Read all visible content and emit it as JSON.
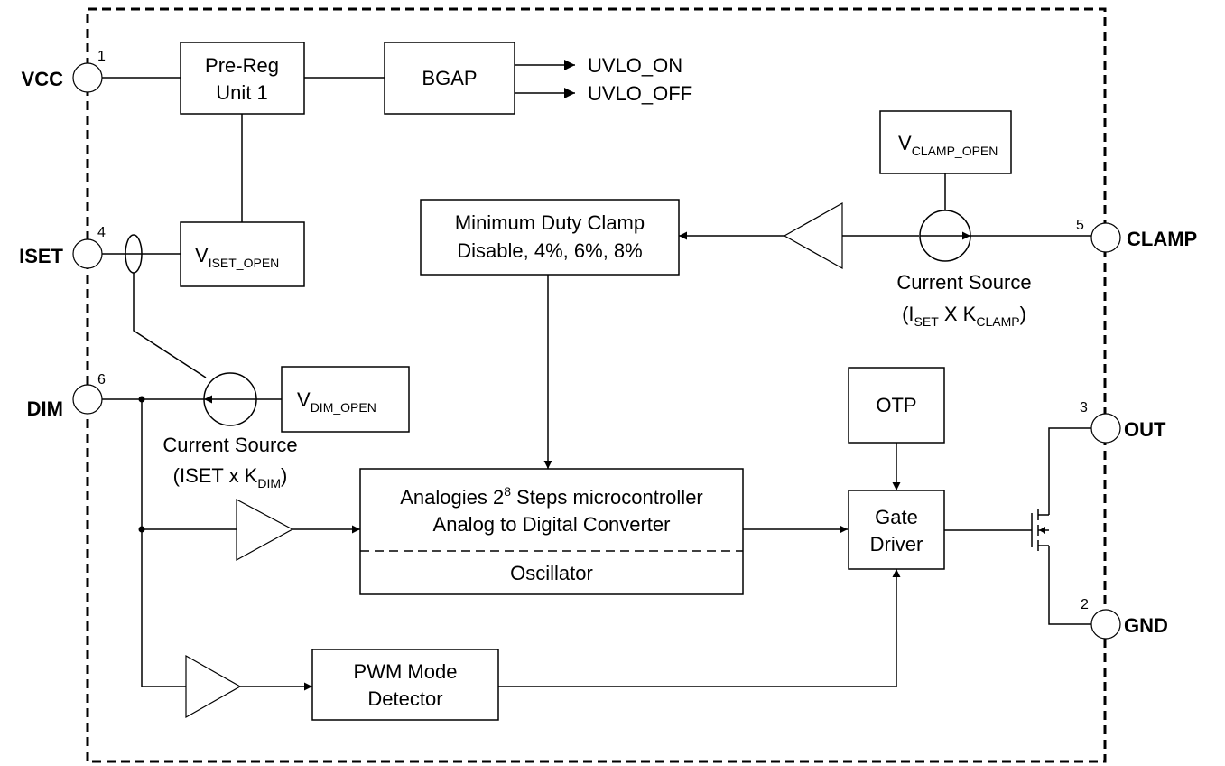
{
  "pins": {
    "vcc": {
      "label": "VCC",
      "number": "1"
    },
    "iset": {
      "label": "ISET",
      "number": "4"
    },
    "dim": {
      "label": "DIM",
      "number": "6"
    },
    "clamp": {
      "label": "CLAMP",
      "number": "5"
    },
    "out": {
      "label": "OUT",
      "number": "3"
    },
    "gnd": {
      "label": "GND",
      "number": "2"
    }
  },
  "blocks": {
    "prereg": {
      "line1": "Pre-Reg",
      "line2": "Unit 1"
    },
    "bgap": {
      "label": "BGAP"
    },
    "uvlo_on": "UVLO_ON",
    "uvlo_off": "UVLO_OFF",
    "vclamp_open": {
      "main": "V",
      "sub": "CLAMP_OPEN"
    },
    "viset_open": {
      "main": "V",
      "sub": "ISET_OPEN"
    },
    "vdim_open": {
      "main": "V",
      "sub": "DIM_OPEN"
    },
    "min_duty": {
      "line1": "Minimum Duty Clamp",
      "line2": "Disable, 4%, 6%, 8%"
    },
    "clamp_source": {
      "line1": "Current Source",
      "open": "(I",
      "sub1": "SET",
      "mid": " X K",
      "sub2": "CLAMP",
      "close": ")"
    },
    "dim_source": {
      "line1": "Current Source",
      "open": "(ISET x K",
      "sub": "DIM",
      "close": ")"
    },
    "adc": {
      "line1_a": "Analogies 2",
      "line1_sup": "8",
      "line1_b": " Steps microcontroller",
      "line2": "Analog to Digital Converter",
      "line3": "Oscillator"
    },
    "otp": {
      "label": "OTP"
    },
    "gate_driver": {
      "line1": "Gate",
      "line2": "Driver"
    },
    "pwm": {
      "line1": "PWM Mode",
      "line2": "Detector"
    }
  }
}
